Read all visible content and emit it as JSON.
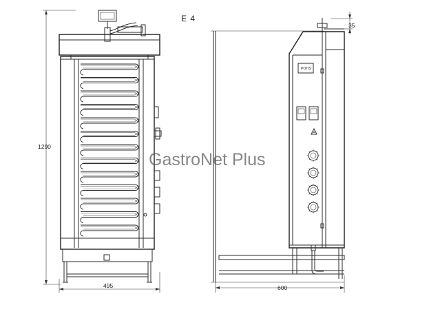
{
  "model_label": "E 4",
  "dimensions": {
    "height": "1290",
    "front_width": "495",
    "side_depth": "600",
    "top_offset": "35"
  },
  "brand_plate": "POTIS",
  "watermark": "GastroNet Plus",
  "side_view_knob_count": 4,
  "front_view_heater_rows": 13
}
